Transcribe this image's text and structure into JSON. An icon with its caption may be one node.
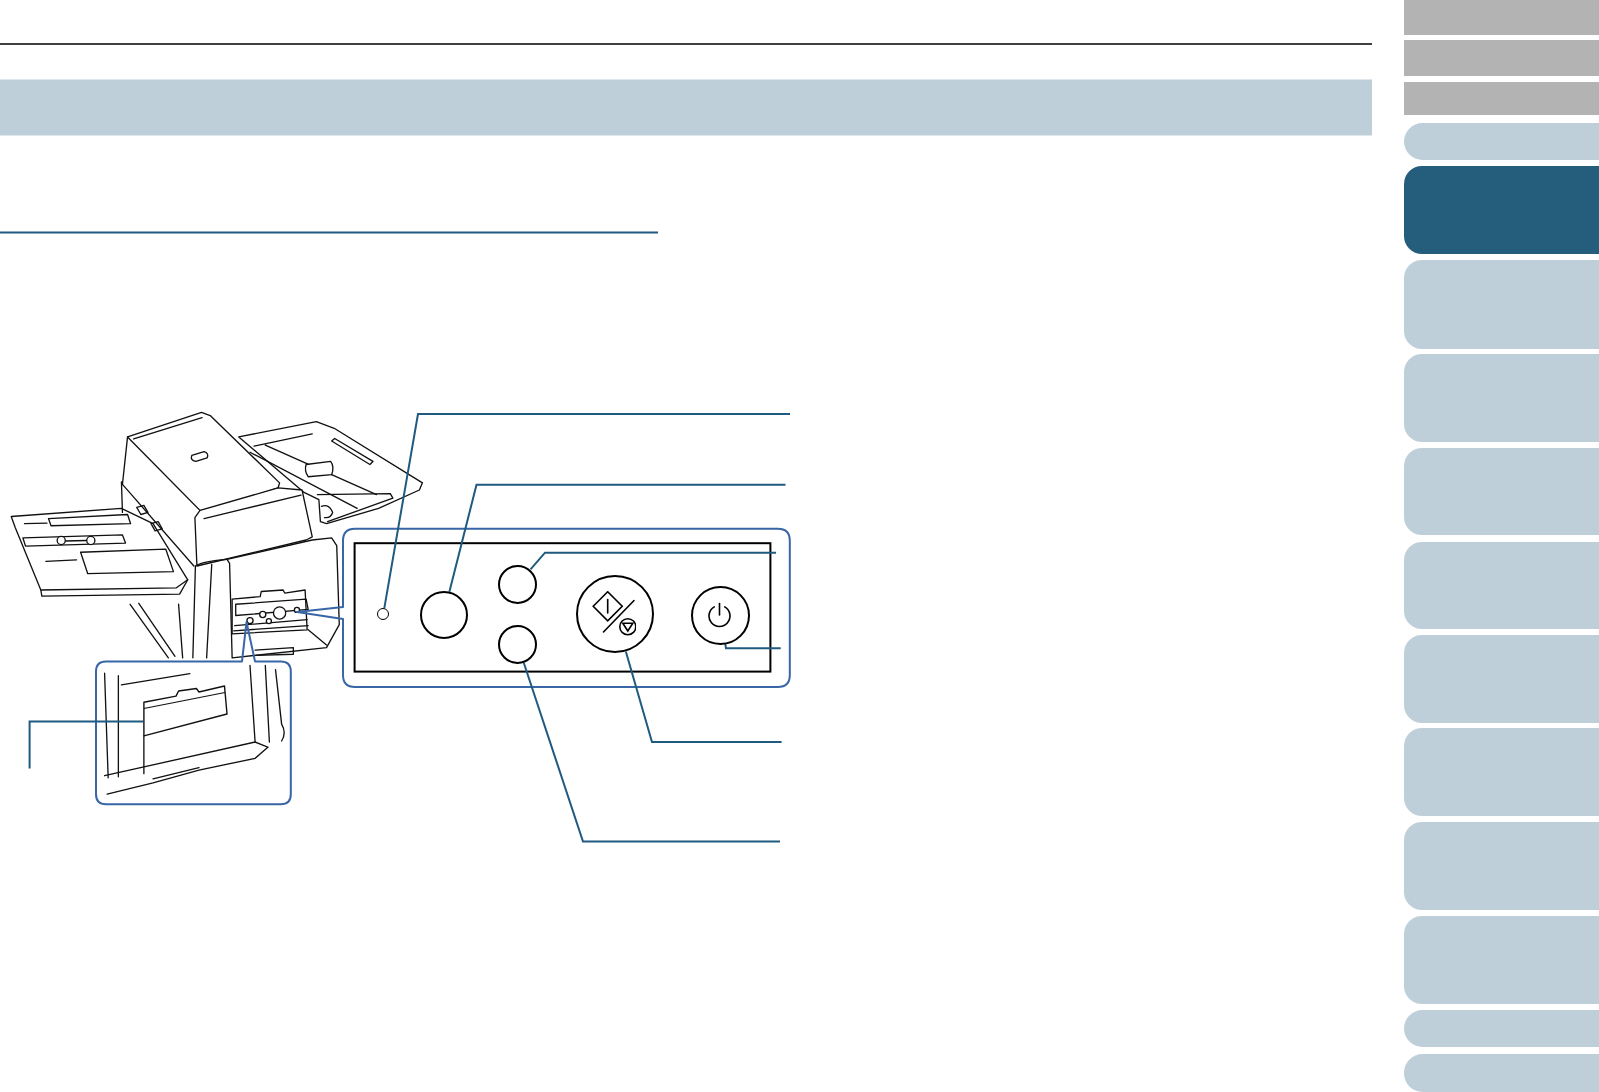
{
  "diagram": {
    "nodes": [
      {
        "text": [],
        "shape": "circle"
      },
      {
        "text": [],
        "shape": "circle"
      },
      {
        "text": [],
        "shape": "circle"
      },
      {
        "text": [],
        "shape": "circle"
      },
      {
        "text": [],
        "shape": "circle"
      },
      {
        "text": [],
        "shape": "circle"
      },
      {
        "text": [],
        "shape": "box"
      },
      {
        "text": [],
        "shape": "box"
      },
      {
        "text": [],
        "shape": "box"
      },
      {
        "text": [],
        "shape": "box"
      },
      {
        "text": [],
        "shape": "box"
      },
      {
        "text": [],
        "shape": "box"
      },
      {
        "text": [],
        "shape": "box"
      },
      {
        "text": [],
        "shape": "box"
      },
      {
        "text": [],
        "shape": "box"
      },
      {
        "text": [],
        "shape": "box"
      },
      {
        "text": [],
        "shape": "box"
      },
      {
        "text": [],
        "shape": "box"
      },
      {
        "text": [],
        "shape": "box"
      },
      {
        "text": [],
        "shape": "box"
      },
      {
        "text": [],
        "shape": "box"
      },
      {
        "text": [],
        "shape": "box"
      }
    ],
    "edges": [
      {
        "from": null,
        "to": 0,
        "arrow": "none"
      },
      {
        "from": null,
        "to": 1,
        "arrow": "none"
      },
      {
        "from": null,
        "to": 2,
        "arrow": "none"
      },
      {
        "from": null,
        "to": 5,
        "arrow": "none"
      },
      {
        "from": null,
        "to": 4,
        "arrow": "none"
      },
      {
        "from": null,
        "to": 3,
        "arrow": "none"
      },
      {
        "from": null,
        "to": 6,
        "arrow": "none"
      }
    ]
  }
}
